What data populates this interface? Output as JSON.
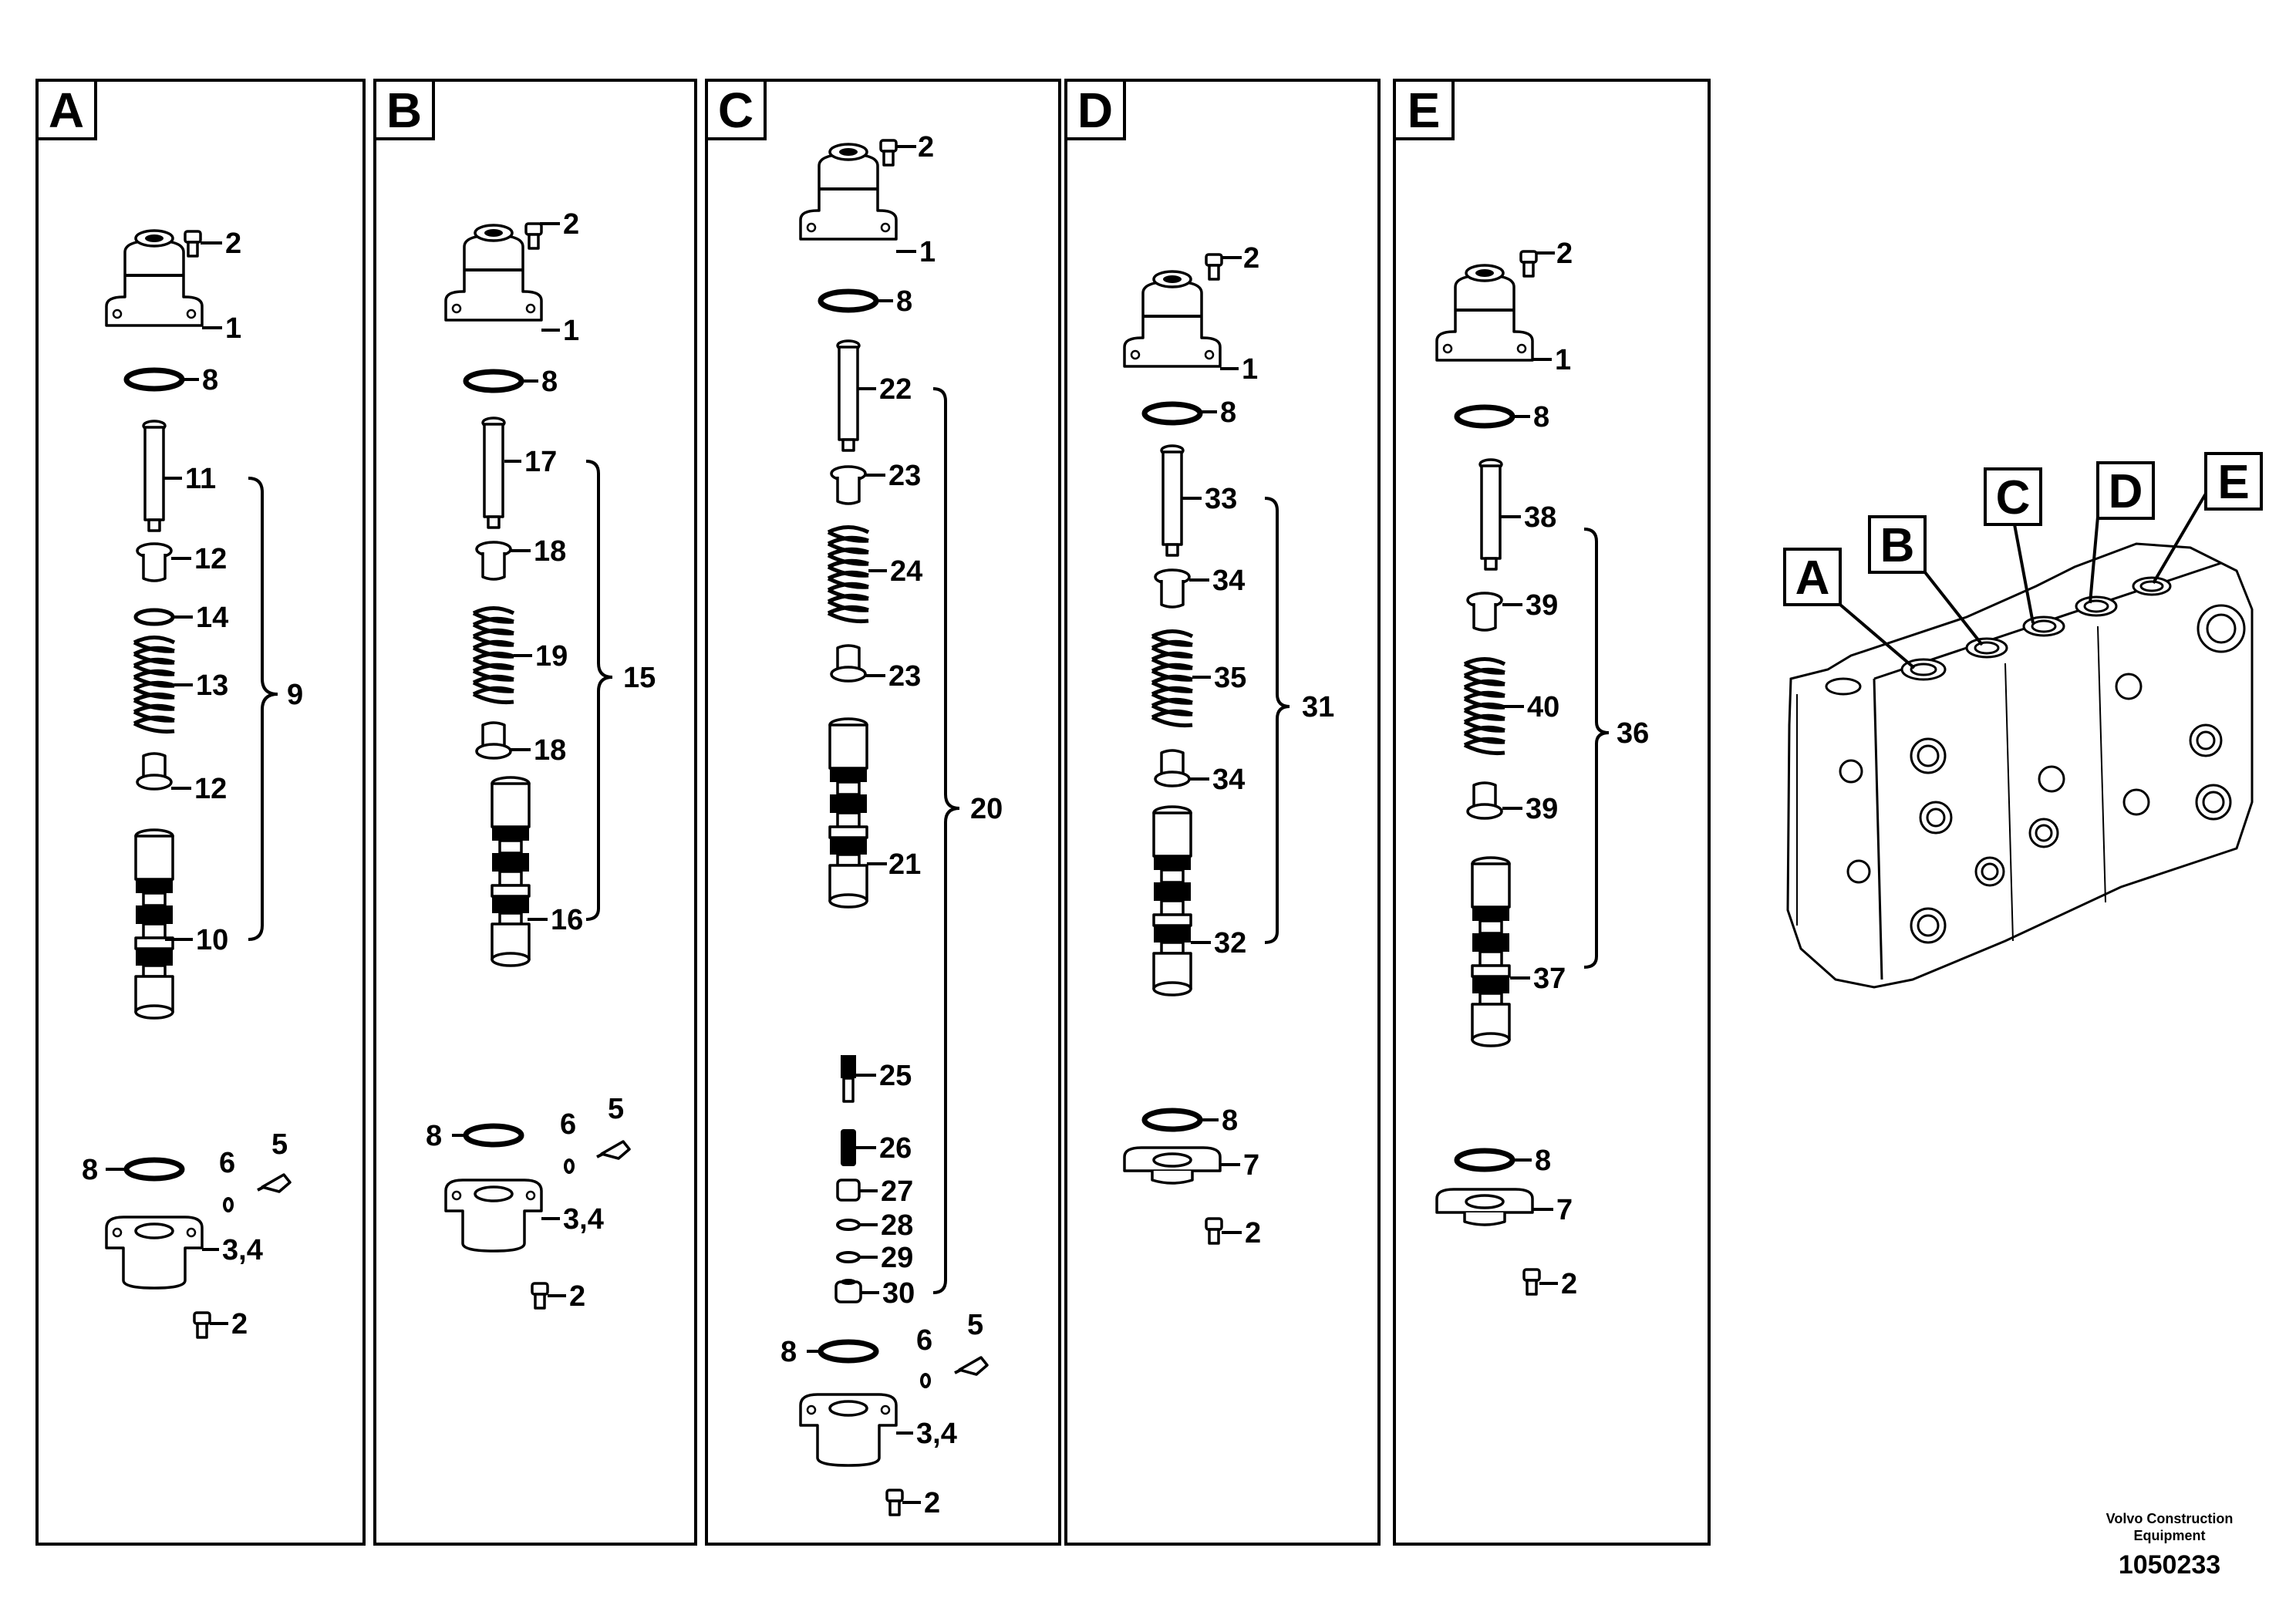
{
  "panels": [
    {
      "letter": "A",
      "labels": [
        "2",
        "1",
        "8",
        "11",
        "12",
        "14",
        "13",
        "12",
        "10",
        "9",
        "8",
        "6",
        "5",
        "3,4",
        "2"
      ]
    },
    {
      "letter": "B",
      "labels": [
        "2",
        "1",
        "8",
        "17",
        "18",
        "19",
        "18",
        "16",
        "15",
        "8",
        "6",
        "5",
        "3,4",
        "2"
      ]
    },
    {
      "letter": "C",
      "labels": [
        "2",
        "1",
        "8",
        "22",
        "23",
        "24",
        "23",
        "21",
        "25",
        "26",
        "27",
        "28",
        "29",
        "30",
        "20",
        "8",
        "6",
        "5",
        "3,4",
        "2"
      ]
    },
    {
      "letter": "D",
      "labels": [
        "2",
        "1",
        "8",
        "33",
        "34",
        "35",
        "34",
        "32",
        "31",
        "8",
        "7",
        "2"
      ]
    },
    {
      "letter": "E",
      "labels": [
        "2",
        "1",
        "8",
        "38",
        "39",
        "40",
        "39",
        "37",
        "36",
        "8",
        "7",
        "2"
      ]
    }
  ],
  "overview": {
    "callouts": [
      "A",
      "B",
      "C",
      "D",
      "E"
    ]
  },
  "footer": {
    "company_line1": "Volvo Construction",
    "company_line2": "Equipment",
    "reference": "1050233"
  }
}
